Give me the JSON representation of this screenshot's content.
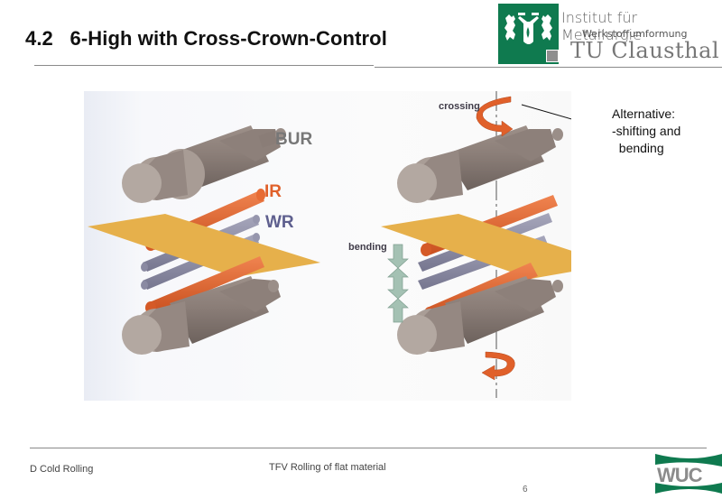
{
  "header": {
    "section_number": "4.2",
    "title": "6-High with Cross-Crown-Control",
    "full_title": "4.2   6-High with Cross-Crown-Control"
  },
  "institute": {
    "name": "Institut für Metallurgie",
    "department": "Werkstoffumformung",
    "university": "TU Clausthal",
    "logo_icon": "university-crest-icon",
    "brand_color": "#0f7a4f"
  },
  "figure": {
    "left_diagram": {
      "labels": {
        "bur": "BUR",
        "ir": "IR",
        "wr": "WR"
      },
      "colors": {
        "bur": "#777777",
        "ir": "#e0602a",
        "wr": "#5e5f8e",
        "strip": "#e8b24a"
      }
    },
    "right_diagram": {
      "labels": {
        "crossing": "crossing",
        "bending": "bending"
      },
      "arrow_color": "#e0602a",
      "bending_arrow_color": "#a4c1b3"
    },
    "note": {
      "line1": "Alternative:",
      "line2": "-shifting and",
      "line3": "  bending"
    }
  },
  "footer": {
    "left": "D Cold Rolling",
    "center": "TFV Rolling of flat material",
    "page_number": "6",
    "logo_text": "WUC"
  }
}
